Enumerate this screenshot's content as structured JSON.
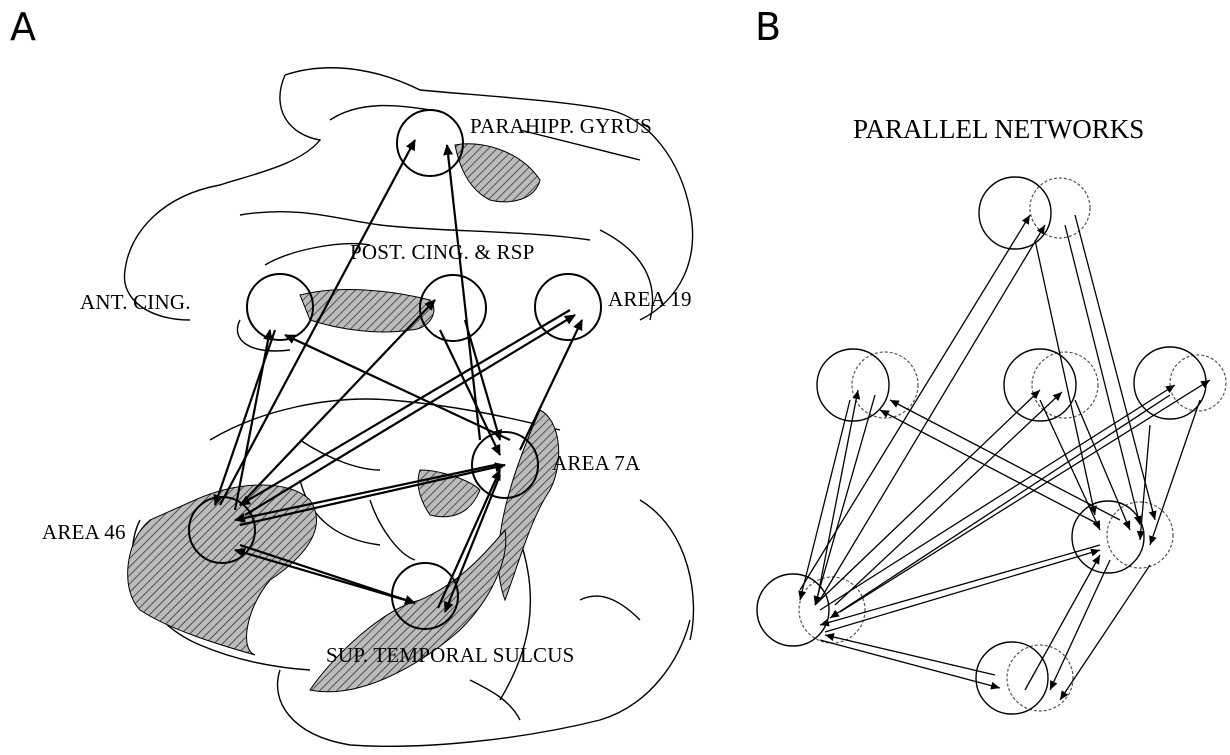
{
  "panel_a": {
    "letter": "A",
    "labels": {
      "parahipp": "PARAHIPP. GYRUS",
      "postcing": "POST. CING. & RSP",
      "antcing": "ANT. CING.",
      "area19": "AREA 19",
      "area7a": "AREA 7A",
      "area46": "AREA 46",
      "sts": "SUP. TEMPORAL SULCUS"
    }
  },
  "panel_b": {
    "letter": "B",
    "title": "PARALLEL NETWORKS"
  }
}
